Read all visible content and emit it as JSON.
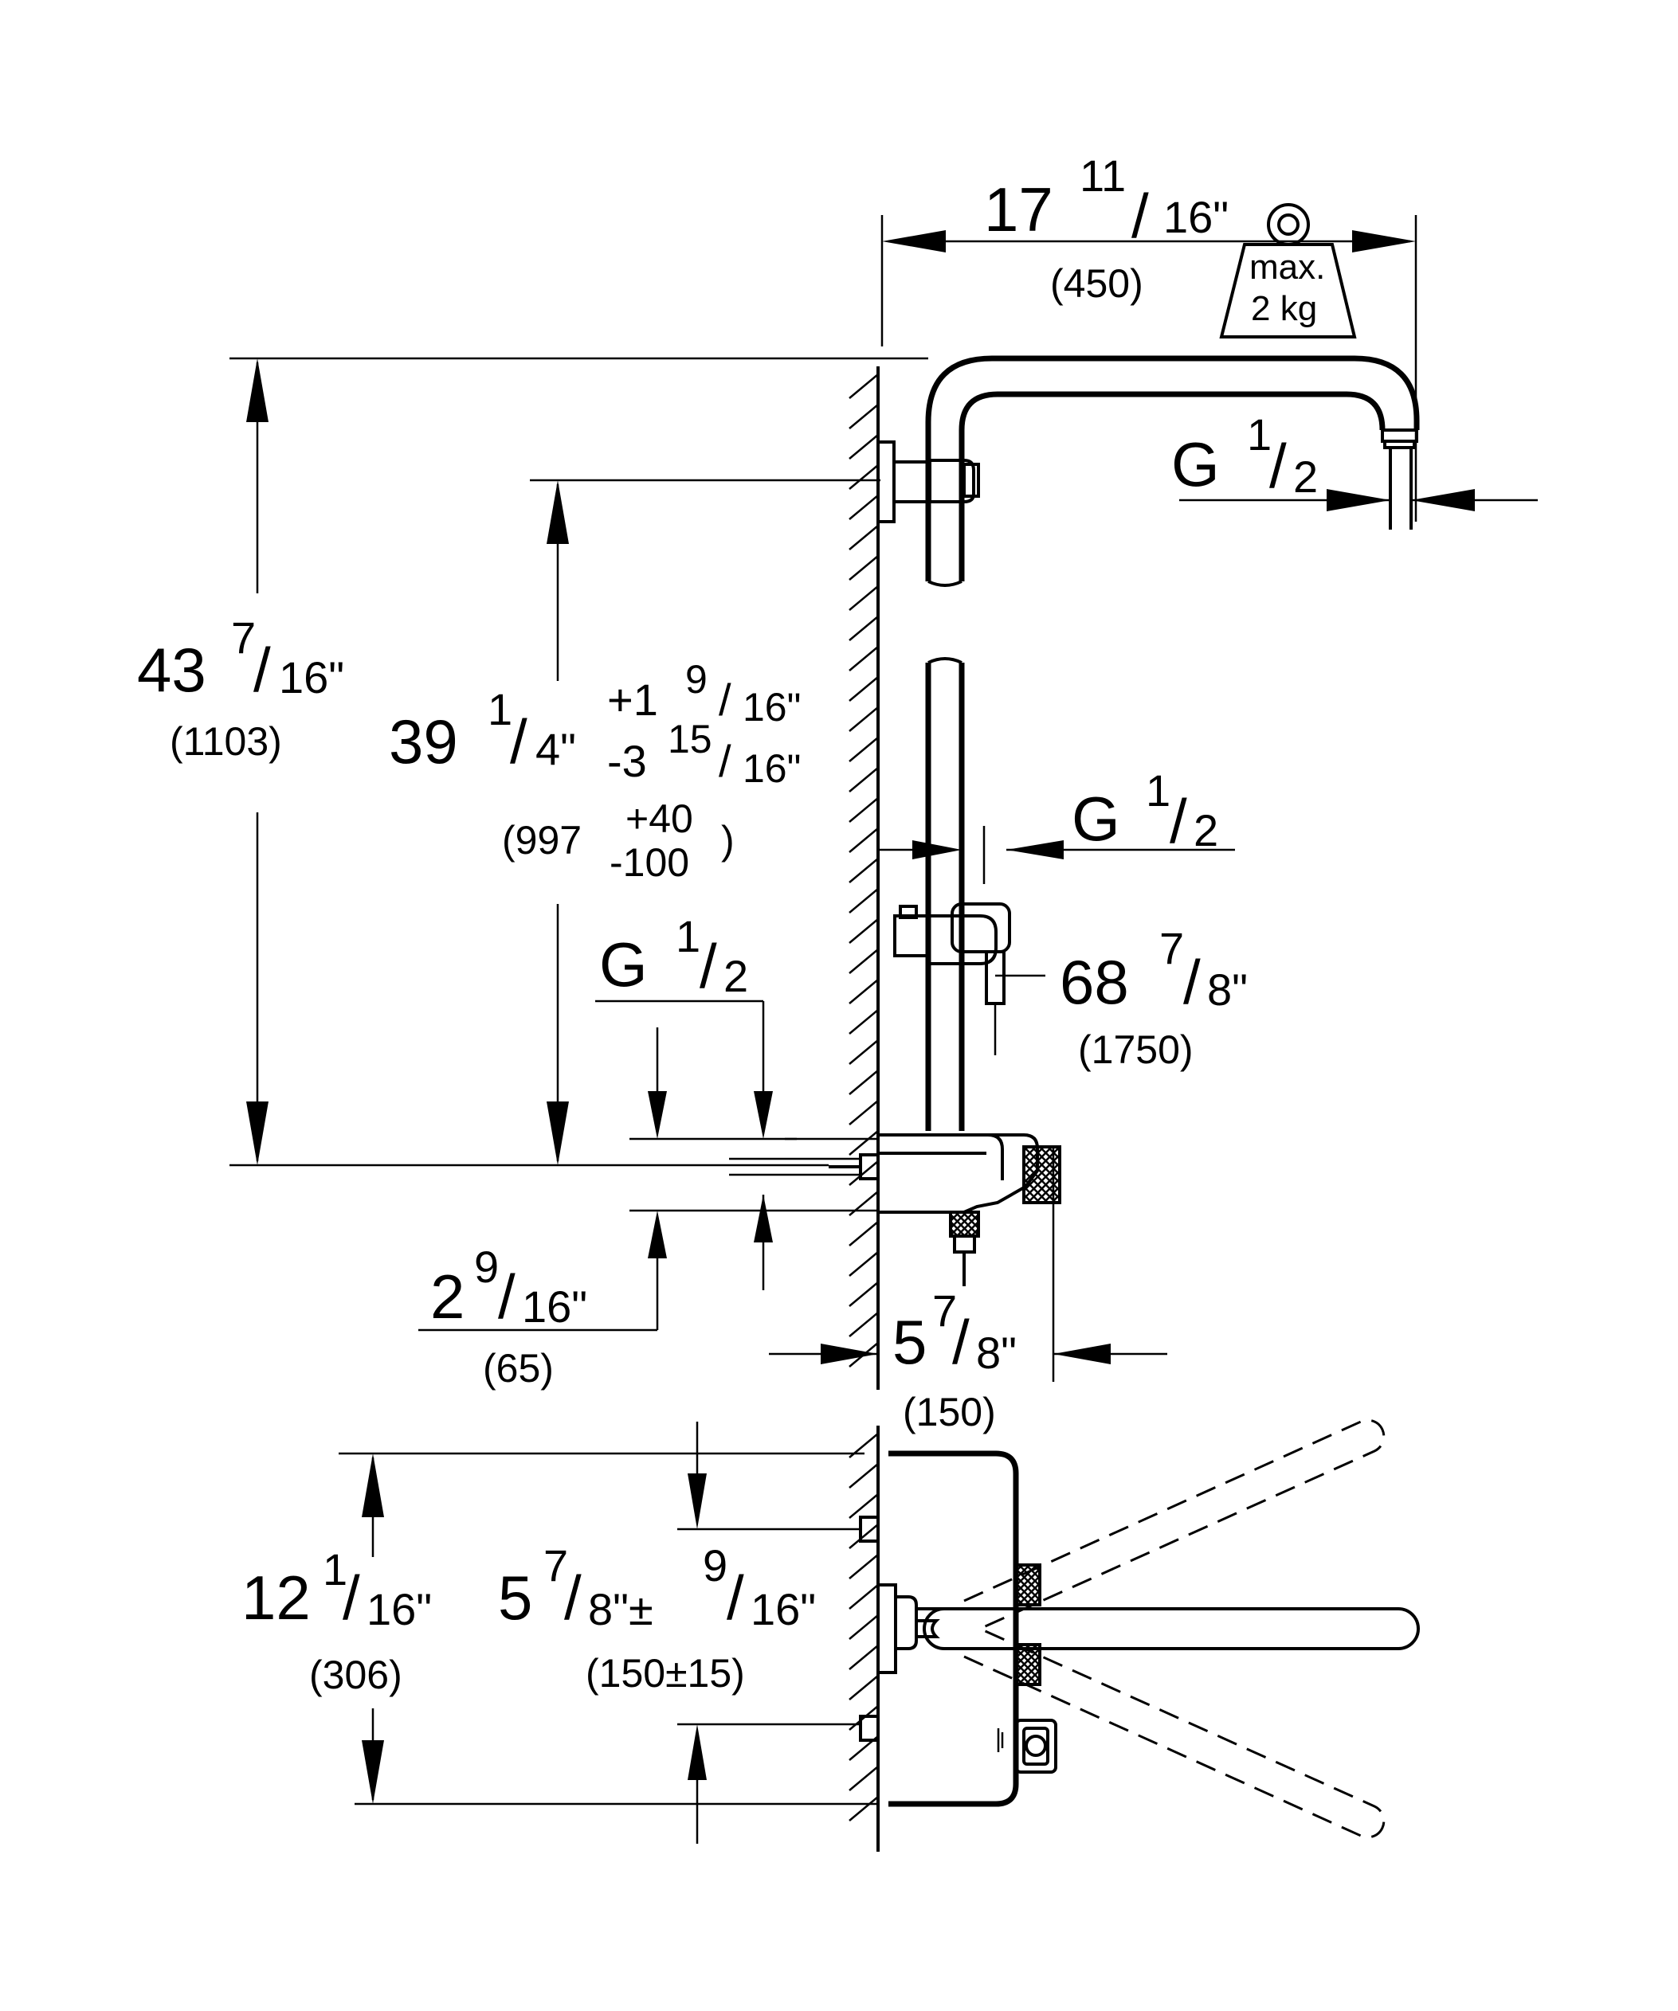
{
  "dimensions": {
    "top_width": {
      "inch": "17 11/16\"",
      "whole": "17",
      "num": "11",
      "den": "16\"",
      "mm": "(450)"
    },
    "weight": {
      "line1": "max.",
      "line2": "2 kg"
    },
    "g_top": {
      "g": "G",
      "num": "1",
      "den": "2"
    },
    "total_height": {
      "whole": "43",
      "num": "7",
      "den": "16\"",
      "mm": "(1103)"
    },
    "bar_height": {
      "whole": "39",
      "num": "1",
      "den": "4\"",
      "tol_plus": "+1",
      "tol_plus_num": "9",
      "tol_plus_den": "16\"",
      "tol_minus": "-3",
      "tol_minus_num": "15",
      "tol_minus_den": "16\"",
      "mm_base": "(997",
      "mm_plus": "+40",
      "mm_minus": "-100",
      "mm_close": ")"
    },
    "g_mid": {
      "g": "G",
      "num": "1",
      "den": "2"
    },
    "g_left": {
      "g": "G",
      "num": "1",
      "den": "2"
    },
    "hand_height": {
      "whole": "68",
      "num": "7",
      "den": "8\"",
      "mm": "(1750)"
    },
    "outlet_gap": {
      "whole": "2",
      "num": "9",
      "den": "16\"",
      "mm": "(65)"
    },
    "depth": {
      "whole": "5",
      "num": "7",
      "den": "8\"",
      "mm": "(150)"
    },
    "plan_width": {
      "whole": "12",
      "num": "1",
      "den": "16\"",
      "mm": "(306)"
    },
    "inlet_spacing": {
      "whole": "5",
      "num": "7",
      "den": "8\"±",
      "num2": "9",
      "den2": "16\"",
      "mm": "(150±15)"
    }
  },
  "colors": {
    "line": "#000000",
    "background": "#ffffff"
  }
}
